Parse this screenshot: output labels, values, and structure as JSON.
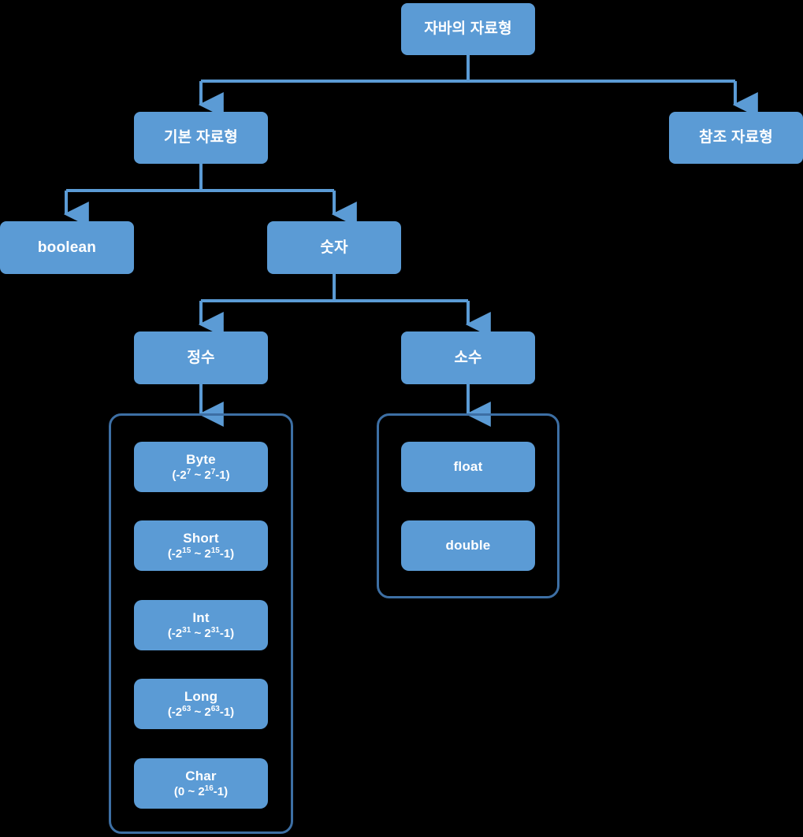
{
  "diagram": {
    "title": "자바의 자료형",
    "background_color": "#000000",
    "node_fill": "#5B9BD5",
    "node_text_color": "#FFFFFF",
    "connector_color": "#5B9BD5",
    "group_border_color": "#3D6FA4",
    "nodes": {
      "root": {
        "label": "자바의 자료형"
      },
      "primitive": {
        "label": "기본 자료형"
      },
      "reference": {
        "label": "참조 자료형"
      },
      "boolean": {
        "label": "boolean"
      },
      "number": {
        "label": "숫자"
      },
      "integer": {
        "label": "정수"
      },
      "decimal": {
        "label": "소수"
      }
    },
    "integer_types": [
      {
        "name": "Byte",
        "range_prefix": "(-2",
        "exp1": "7",
        "range_mid": " ~ 2",
        "exp2": "7",
        "range_suffix": "-1)"
      },
      {
        "name": "Short",
        "range_prefix": "(-2",
        "exp1": "15",
        "range_mid": " ~ 2",
        "exp2": "15",
        "range_suffix": "-1)"
      },
      {
        "name": "Int",
        "range_prefix": "(-2",
        "exp1": "31",
        "range_mid": " ~ 2",
        "exp2": "31",
        "range_suffix": "-1)"
      },
      {
        "name": "Long",
        "range_prefix": "(-2",
        "exp1": "63",
        "range_mid": " ~ 2",
        "exp2": "63",
        "range_suffix": "-1)"
      },
      {
        "name": "Char",
        "range_prefix": "(0",
        "exp1": "",
        "range_mid": " ~ 2",
        "exp2": "16",
        "range_suffix": "-1)"
      }
    ],
    "decimal_types": [
      {
        "name": "float"
      },
      {
        "name": "double"
      }
    ]
  }
}
